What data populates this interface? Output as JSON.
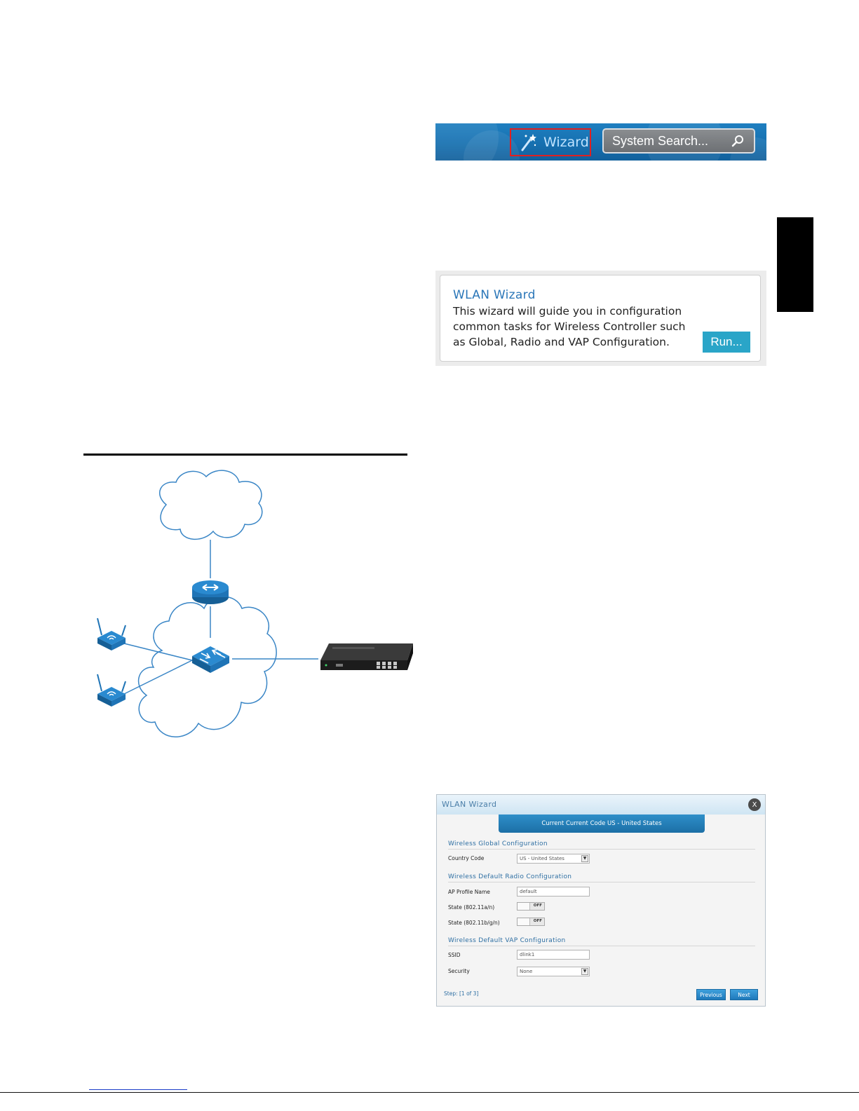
{
  "header": {
    "wizard_label": "Wizard",
    "search_placeholder": "System Search..."
  },
  "wlan_card": {
    "title": "WLAN Wizard",
    "description": "This wizard will guide you in configuration common tasks for Wireless Controller such as Global, Radio and VAP Configuration.",
    "run_label": "Run..."
  },
  "dialog": {
    "title": "WLAN Wizard",
    "close_label": "X",
    "banner": "Current Current Code US - United States",
    "global_section": "Wireless Global Configuration",
    "country_code_label": "Country Code",
    "country_code_value": "US - United States",
    "radio_section": "Wireless Default Radio Configuration",
    "ap_profile_label": "AP Profile Name",
    "ap_profile_value": "default",
    "state_a_label": "State (802.11a/n)",
    "state_a_value": "OFF",
    "state_b_label": "State (802.11b/g/n)",
    "state_b_value": "OFF",
    "vap_section": "Wireless Default VAP Configuration",
    "ssid_label": "SSID",
    "ssid_value": "dlink1",
    "security_label": "Security",
    "security_value": "None",
    "step": "Step: [1 of 3]",
    "previous_label": "Previous",
    "next_label": "Next"
  },
  "colors": {
    "header_blue": "#1670b0",
    "highlight_red": "#e02020",
    "run_button": "#2aa5c8",
    "diagram_line": "#3a86c6",
    "device_fill": "#1f74b6"
  }
}
